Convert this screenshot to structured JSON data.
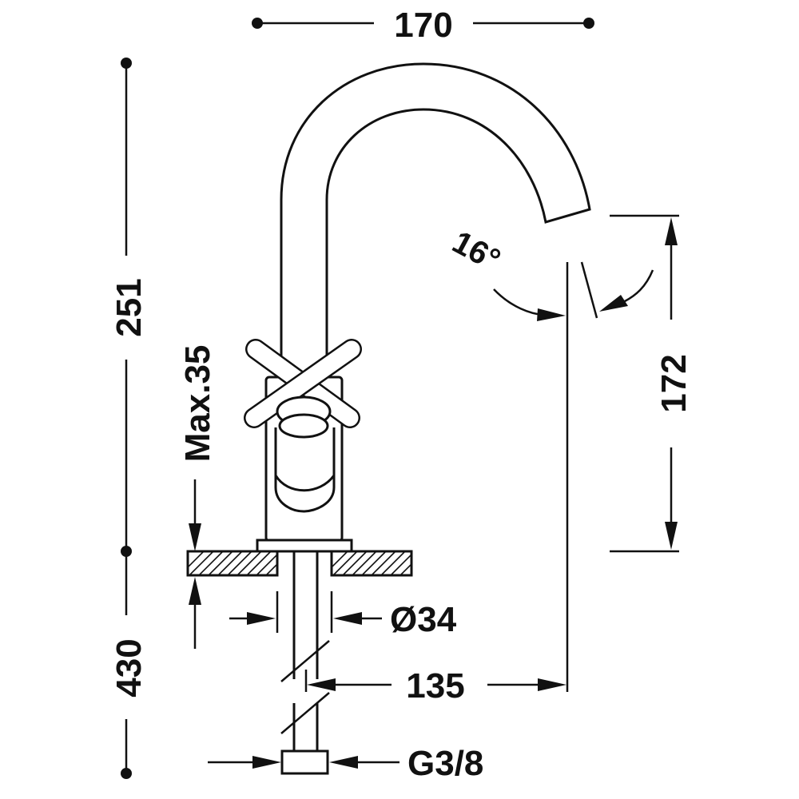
{
  "dimensions": {
    "width_top": "170",
    "height_total": "251",
    "max_deck": "Max.35",
    "spout_height": "172",
    "angle": "16°",
    "hole_diameter": "Ø34",
    "reach": "135",
    "hose_length": "430",
    "thread": "G3/8"
  },
  "colors": {
    "line": "#111111",
    "background": "#ffffff"
  }
}
